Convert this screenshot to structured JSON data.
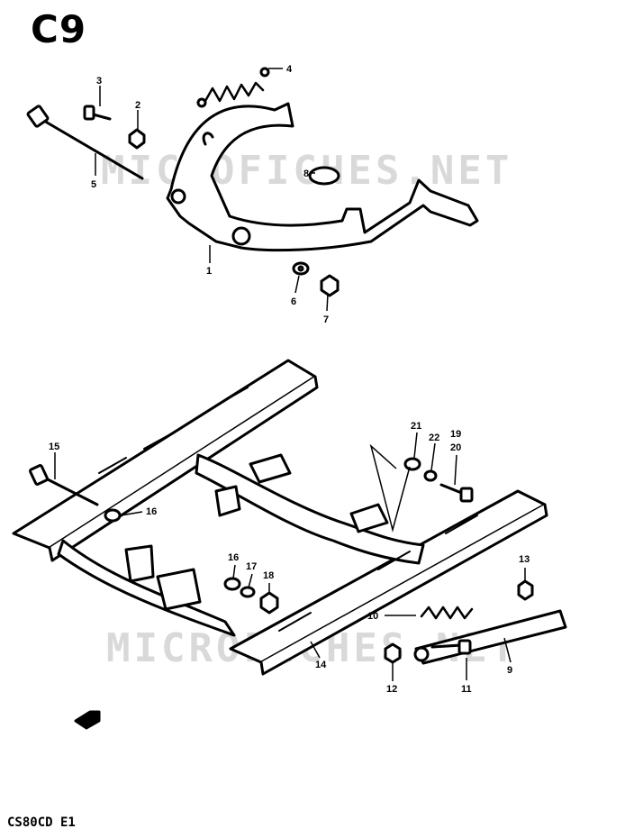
{
  "diagram": {
    "section_badge": "C9",
    "model_code": "CS80CD E1",
    "watermark_top": "MICROFICHES.NET",
    "watermark_bottom": "MICROFICHES.NET",
    "callouts": [
      "1",
      "2",
      "3",
      "4",
      "5",
      "6",
      "7",
      "8",
      "9",
      "10",
      "11",
      "12",
      "13",
      "14",
      "15",
      "16",
      "16",
      "17",
      "18",
      "19",
      "20",
      "21",
      "22"
    ]
  }
}
